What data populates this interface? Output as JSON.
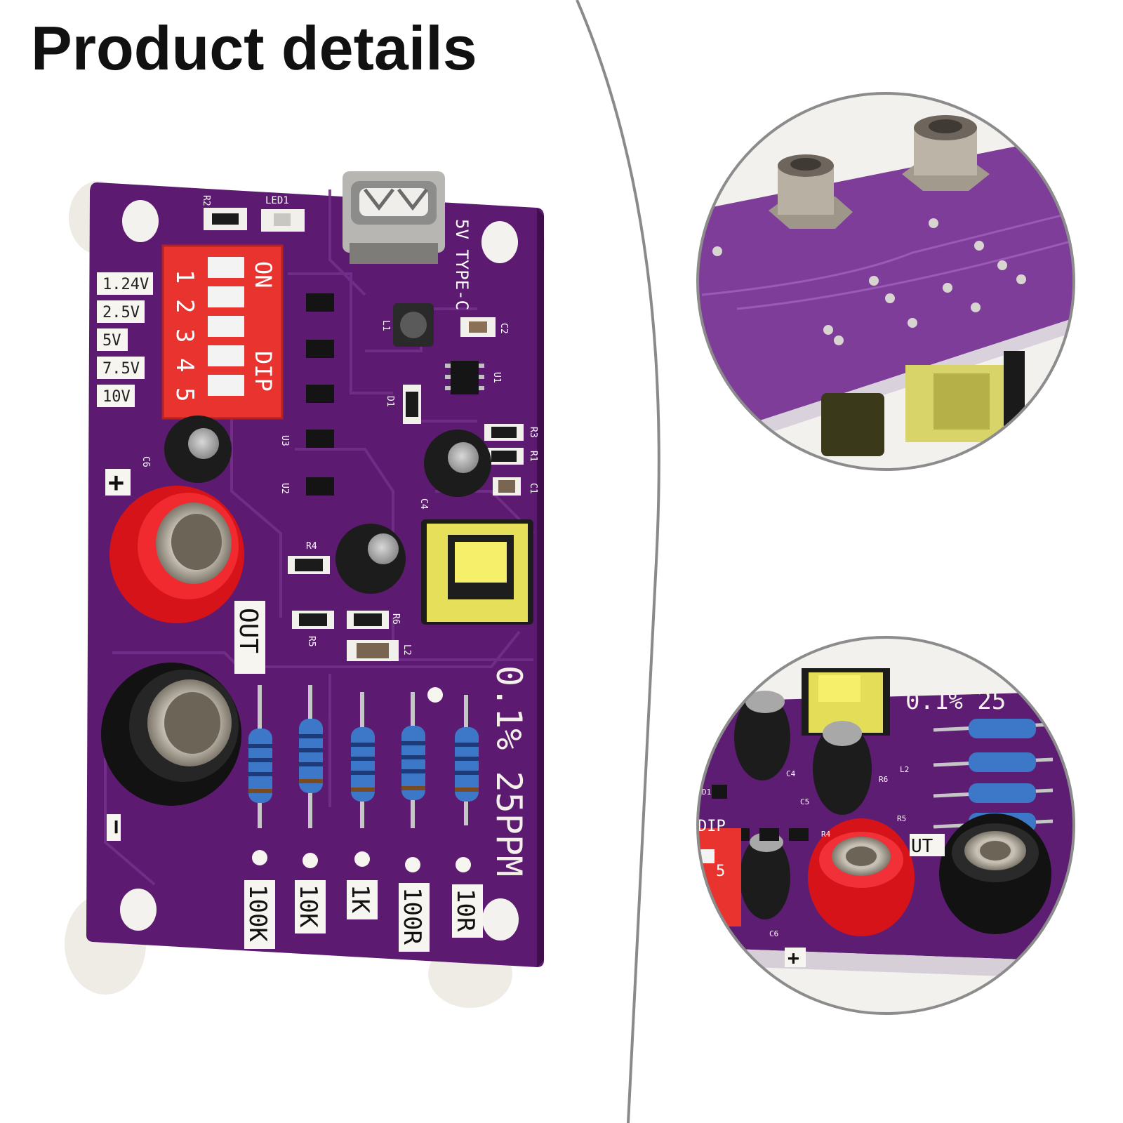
{
  "heading": "Product details",
  "colors": {
    "pcb": "#5a1a6e",
    "pcb_dark": "#461255",
    "trace": "#6d2a82",
    "dip": "#e8332e",
    "binding_red": "#e0141b",
    "binding_black": "#151515",
    "resistor": "#3d78c8",
    "transformer": "#f2ec6a"
  },
  "board": {
    "voltage_labels": [
      "1.24V",
      "2.5V",
      "5V",
      "7.5V",
      "10V"
    ],
    "dip_labels": {
      "on": "ON",
      "dip": "DIP",
      "numbers": [
        "1",
        "2",
        "3",
        "4",
        "5"
      ]
    },
    "usb_label": "5V TYPE-C",
    "spec_label": "0.1% 25PPM",
    "out_label": "OUT",
    "plus": "+",
    "minus": "−",
    "resistor_labels": [
      "100K",
      "10K",
      "1K",
      "100R",
      "10R"
    ],
    "silkscreen": {
      "led1": "LED1",
      "r2": "R2",
      "l1": "L1",
      "c2": "C2",
      "u1": "U1",
      "d1": "D1",
      "r3": "R3",
      "r1": "R1",
      "c1": "C1",
      "c4": "C4",
      "c6": "C6",
      "r4": "R4",
      "r5": "R5",
      "r6": "R6",
      "l2": "L2",
      "u2": "U2",
      "u3": "U3"
    }
  },
  "inset_bottom": {
    "spec_fragment": "0.1% 25",
    "dip_fragment": "DIP",
    "out_fragment": "UT",
    "dip_number": "5",
    "plus": "+",
    "silkscreen": {
      "d1": "D1",
      "c4": "C4",
      "c5": "C5",
      "c6": "C6",
      "r4": "R4",
      "r5": "R5",
      "r6": "R6",
      "l2": "L2"
    }
  }
}
